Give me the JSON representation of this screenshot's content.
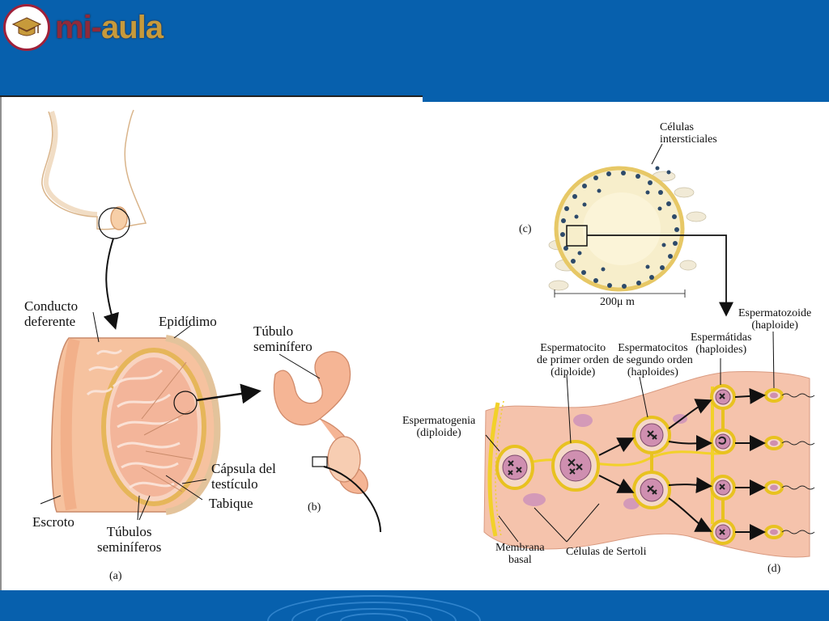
{
  "header": {
    "logo_prefix": "mi-",
    "logo_suffix": "aula",
    "logo_icon": "graduation-cap-icon",
    "background": "#0760ad"
  },
  "figure_a": {
    "label": "(a)",
    "conducto": [
      "Conducto",
      "deferente"
    ],
    "epididimo": "Epidídimo",
    "capsula": [
      "Cápsula del",
      "testículo"
    ],
    "tabique": "Tabique",
    "escroto": "Escroto",
    "tubulos": [
      "Túbulos",
      "seminíferos"
    ]
  },
  "figure_b": {
    "label": "(b)",
    "tubulo": [
      "Túbulo",
      "seminífero"
    ]
  },
  "figure_c": {
    "label": "(c)",
    "celulas": [
      "Células",
      "intersticiales"
    ],
    "scale": "200μ m"
  },
  "figure_d": {
    "label": "(d)",
    "espermatozoide": [
      "Espermatozoide",
      "(haploide)"
    ],
    "espermatidas": [
      "Espermátidas",
      "(haploides)"
    ],
    "espermatocito1": [
      "Espermatocito",
      "de primer orden",
      "(diploide)"
    ],
    "espermatocitos2": [
      "Espermatocitos",
      "de segundo orden",
      "(haploides)"
    ],
    "espermatogenia": [
      "Espermatogenia",
      "(diploide)"
    ],
    "membrana": [
      "Membrana",
      "basal"
    ],
    "sertoli": "Células de Sertoli"
  },
  "colors": {
    "tissue": "#f3b59a",
    "tissue_light": "#f8d3c0",
    "yellow": "#f2d12a",
    "nucleus": "#d89ab8",
    "arrow": "#111111"
  }
}
